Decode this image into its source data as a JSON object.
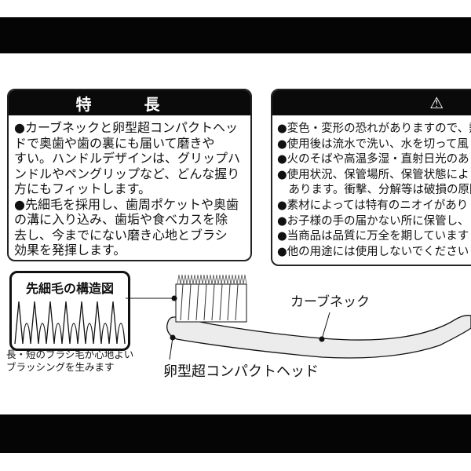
{
  "features": {
    "title": "特 長",
    "lines": [
      "●カーブネックと卵型超コンパクトヘッ",
      "ドで奥歯や歯の裏にも届いて磨きや",
      "すい。ハンドルデザインは、グリップハ",
      "ンドルやペングリップなど、どんな握り",
      "方にもフィットします。",
      "●先細毛を採用し、歯周ポケットや奥歯",
      "の溝に入り込み、歯垢や食べカスを除",
      "去し、今までにない磨き心地とブラシ",
      "効果を発揮します。"
    ]
  },
  "caution": {
    "icon": "warning-triangle",
    "lines": [
      "●変色・変形の恐れがありますので、熱",
      "●使用後は流水で洗い、水を切って風",
      "●火のそばや高温多湿・直射日光のあ",
      "●使用状況、保管場所、保管状態によ",
      "　あります。衝撃、分解等は破損の原因",
      "●素材によっては特有のニオイがあり",
      "●お子様の手の届かない所に保管し、",
      "●当商品は品質に万全を期しています",
      "●他の用途には使用しないでください"
    ]
  },
  "diagram": {
    "structure_title": "先細毛の構造図",
    "structure_caption": [
      "長・短のブラシ毛が心地よい",
      "ブラッシングを生みます"
    ],
    "label_neck": "カーブネック",
    "label_head": "卵型超コンパクトヘッド"
  }
}
